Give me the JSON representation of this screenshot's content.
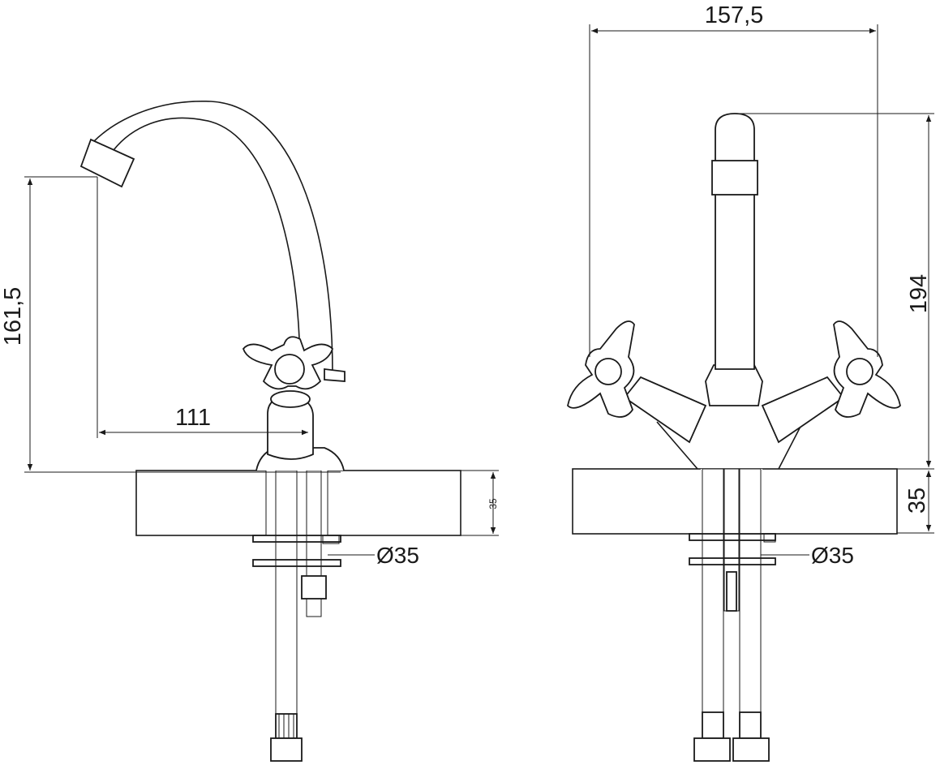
{
  "title": "Faucet dimensional drawing",
  "left_view": {
    "height_dim": "161,5",
    "reach_dim": "111",
    "counter_thickness_dim": "35",
    "hole_diameter_dim": "Ø35"
  },
  "right_view": {
    "width_dim": "157,5",
    "height_dim": "194",
    "counter_thickness_dim": "35",
    "hole_diameter_dim": "Ø35"
  },
  "colors": {
    "line": "#1a1a1a",
    "background": "#ffffff"
  }
}
